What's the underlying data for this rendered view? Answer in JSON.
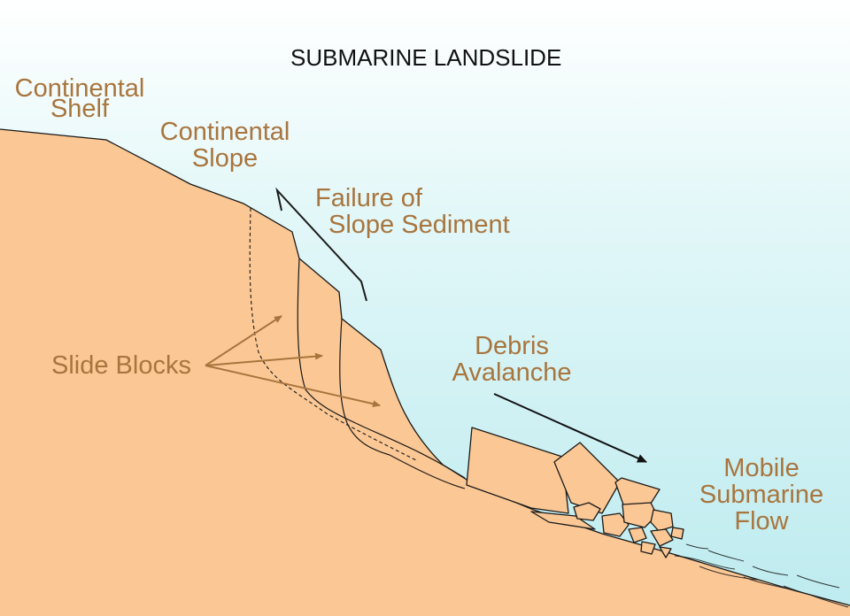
{
  "title": "SUBMARINE LANDSLIDE",
  "labels": {
    "continental_shelf": [
      "Continental",
      "Shelf"
    ],
    "continental_slope": [
      "Continental",
      "Slope"
    ],
    "failure": [
      "Failure of",
      "Slope Sediment"
    ],
    "slide_blocks": "Slide Blocks",
    "debris_avalanche": [
      "Debris",
      "Avalanche"
    ],
    "mobile_flow": [
      "Mobile",
      "Submarine",
      "Flow"
    ]
  },
  "colors": {
    "sediment": "#fbc794",
    "water": "#c9f0f3",
    "label": "#a8753e",
    "arrow": "#a8753e",
    "outline": "#1a1a1a"
  }
}
